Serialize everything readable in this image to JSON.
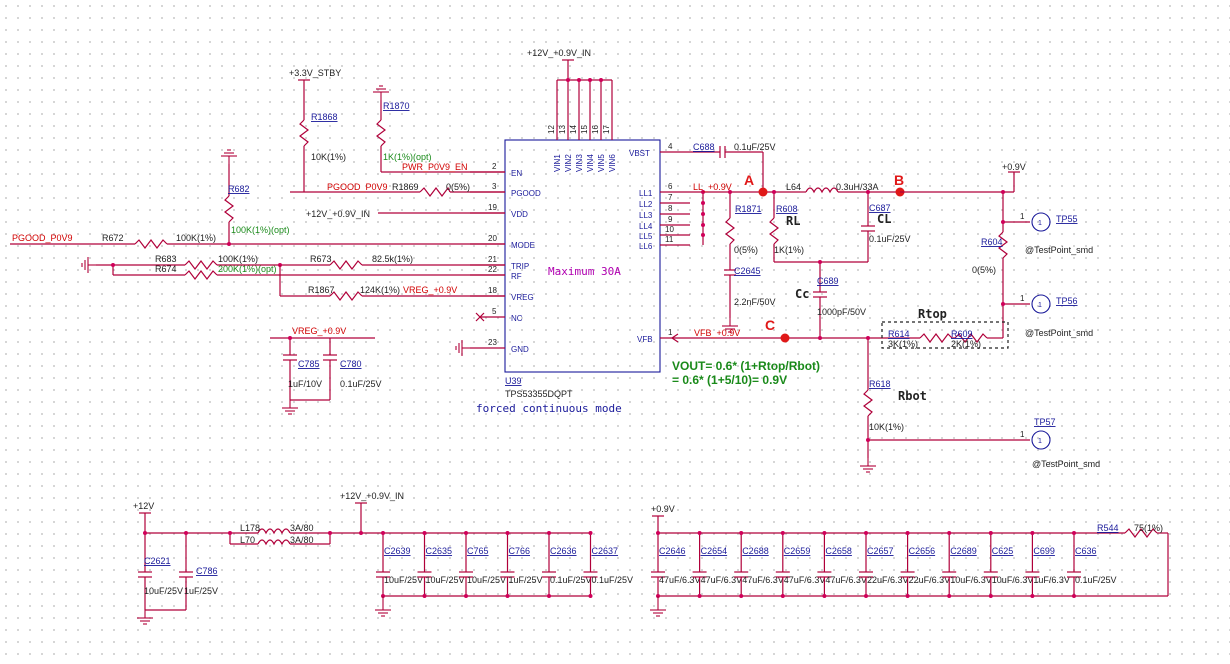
{
  "ic": {
    "ref": "U39",
    "part": "TPS53355DQPT",
    "note": "Maximum 30A",
    "mode": "forced continuous mode",
    "pins_left": [
      "EN",
      "PGOOD",
      "VDD",
      "MODE",
      "TRIP",
      "RF",
      "VREG",
      "NC",
      "GND"
    ],
    "pins_left_num": [
      "2",
      "3",
      "19",
      "20",
      "21",
      "22",
      "18",
      "5",
      "23"
    ],
    "pins_right": [
      "VBST",
      "LL1",
      "LL2",
      "LL3",
      "LL4",
      "LL5",
      "LL6",
      "VFB"
    ],
    "pins_right_num": [
      "4",
      "6",
      "7",
      "8",
      "9",
      "10",
      "11",
      "1"
    ],
    "pins_top": [
      "VIN1",
      "VIN2",
      "VIN3",
      "VIN4",
      "VIN5",
      "VIN6"
    ],
    "pins_top_num": [
      "12",
      "13",
      "14",
      "15",
      "16",
      "17"
    ]
  },
  "nets": {
    "vin": "+12V_+0.9V_IN",
    "stby": "+3.3V_STBY",
    "pwr_en": "PWR_P0V9_EN",
    "pgood": "PGOOD_P0V9",
    "vdd_in": "+12V_+0.9V_IN",
    "pgood_p0v9": "PGOOD_P0V9",
    "vreg": "VREG_+0.9V",
    "vreg2": "VREG_+0.9V",
    "ll": "LL_+0.9V",
    "vfb": "VFB_+0.9V",
    "out": "+0.9V",
    "p12v": "+12V",
    "vin2": "+12V_+0.9V_IN",
    "out2": "+0.9V"
  },
  "components": {
    "r1868": {
      "ref": "R1868",
      "val": "10K(1%)"
    },
    "r1870": {
      "ref": "R1870",
      "val": "1K(1%)(opt)"
    },
    "r1869": {
      "ref": "R1869",
      "val": "0(5%)"
    },
    "r682": {
      "ref": "R682",
      "val": "100K(1%)(opt)"
    },
    "r672": {
      "ref": "R672",
      "val": "100K(1%)"
    },
    "r683": {
      "ref": "R683",
      "val": "100K(1%)"
    },
    "r674": {
      "ref": "R674",
      "val": "200K(1%)(opt)"
    },
    "r673": {
      "ref": "R673",
      "val": "82.5k(1%)"
    },
    "r1867": {
      "ref": "R1867",
      "val": "124K(1%)"
    },
    "c785": {
      "ref": "C785",
      "val": "1uF/10V"
    },
    "c780": {
      "ref": "C780",
      "val": "0.1uF/25V"
    },
    "c688": {
      "ref": "C688",
      "val": "0.1uF/25V"
    },
    "r1871": {
      "ref": "R1871",
      "val": "0(5%)"
    },
    "c2645": {
      "ref": "C2645",
      "val": "2.2nF/50V"
    },
    "r608": {
      "ref": "R608",
      "val": "1K(1%)"
    },
    "l64": {
      "ref": "L64",
      "val": "0.3uH/33A"
    },
    "c687": {
      "ref": "C687",
      "val": "0.1uF/25V"
    },
    "c689": {
      "ref": "C689",
      "val": "1000pF/50V"
    },
    "r604": {
      "ref": "R604",
      "val": "0(5%)"
    },
    "r614": {
      "ref": "R614",
      "val": "3K(1%)"
    },
    "r609": {
      "ref": "R609",
      "val": "2K(1%)"
    },
    "r618": {
      "ref": "R618",
      "val": "10K(1%)"
    },
    "tp55": {
      "ref": "TP55",
      "val": "@TestPoint_smd",
      "pin": "1"
    },
    "tp56": {
      "ref": "TP56",
      "val": "@TestPoint_smd",
      "pin": "1"
    },
    "tp57": {
      "ref": "TP57",
      "val": "@TestPoint_smd",
      "pin": "1"
    },
    "c2621": {
      "ref": "C2621",
      "val": "10uF/25V"
    },
    "c786": {
      "ref": "C786",
      "val": "1uF/25V"
    },
    "l178": {
      "ref": "L178",
      "val": "3A/80"
    },
    "l70": {
      "ref": "L70",
      "val": "3A/80"
    },
    "r544": {
      "ref": "R544",
      "val": "75(1%)"
    }
  },
  "annotations": {
    "rl": "RL",
    "cl": "CL",
    "cc": "Cc",
    "rtop": "Rtop",
    "rbot": "Rbot",
    "mark_a": "A",
    "mark_b": "B",
    "mark_c": "C",
    "formula1": "VOUT= 0.6* (1+Rtop/Rbot)",
    "formula2": "= 0.6* (1+5/10)= 0.9V"
  },
  "bank12": [
    {
      "ref": "C2639",
      "val": "10uF/25V"
    },
    {
      "ref": "C2635",
      "val": "10uF/25V"
    },
    {
      "ref": "C765",
      "val": "10uF/25V"
    },
    {
      "ref": "C766",
      "val": "1uF/25V"
    },
    {
      "ref": "C2636",
      "val": "0.1uF/25V"
    },
    {
      "ref": "C2637",
      "val": "0.1uF/25V"
    }
  ],
  "bank09": [
    {
      "ref": "C2646",
      "val": "47uF/6.3V"
    },
    {
      "ref": "C2654",
      "val": "47uF/6.3V"
    },
    {
      "ref": "C2688",
      "val": "47uF/6.3V"
    },
    {
      "ref": "C2659",
      "val": "47uF/6.3V"
    },
    {
      "ref": "C2658",
      "val": "47uF/6.3V"
    },
    {
      "ref": "C2657",
      "val": "22uF/6.3V"
    },
    {
      "ref": "C2656",
      "val": "22uF/6.3V"
    },
    {
      "ref": "C2689",
      "val": "10uF/6.3V"
    },
    {
      "ref": "C625",
      "val": "10uF/6.3V"
    },
    {
      "ref": "C699",
      "val": "1uF/6.3V"
    },
    {
      "ref": "C636",
      "val": "0.1uF/25V"
    }
  ],
  "colors": {
    "wire": "#b0003a",
    "body": "#1a1a9a",
    "net_red": "#d10000",
    "net_green": "#1a8a1a",
    "marker": "#e01818",
    "ic_label": "#b000b0"
  }
}
